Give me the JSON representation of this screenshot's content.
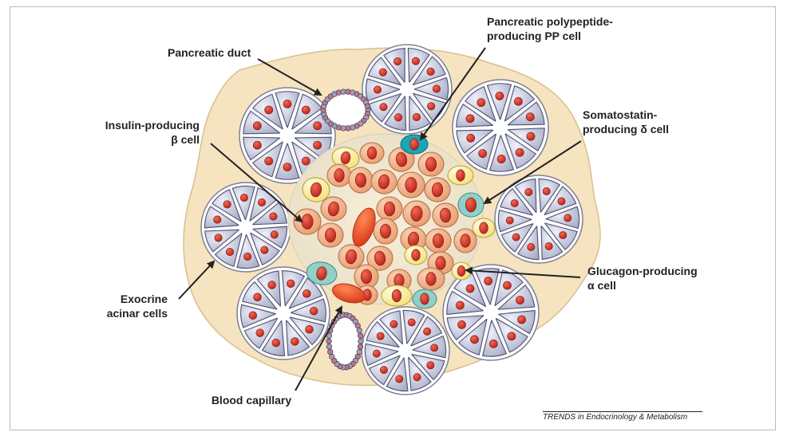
{
  "labels": {
    "pancreatic_duct": "Pancreatic duct",
    "insulin_line1": "Insulin-producing",
    "insulin_line2": "β cell",
    "exocrine_line1": "Exocrine",
    "exocrine_line2": "acinar cells",
    "blood_capillary": "Blood capillary",
    "pp_line1": "Pancreatic polypeptide-",
    "pp_line2": "producing PP cell",
    "somato_line1": "Somatostatin-",
    "somato_line2": "producing δ cell",
    "glucagon_line1": "Glucagon-producing",
    "glucagon_line2": "α cell"
  },
  "source": "TRENDS in Endocrinology & Metabolism",
  "colors": {
    "tissue": "#f5e4bf",
    "acinus_fill": "#ffffff",
    "acinar_cell": "#c9cde0",
    "nucleus": "#d9352a",
    "beta_cell": "#f2b48c",
    "alpha_cell": "#fbf3a2",
    "delta_cell": "#8fd1c8",
    "pp_cell": "#1aa6b6",
    "capillary": "#e8502c"
  }
}
